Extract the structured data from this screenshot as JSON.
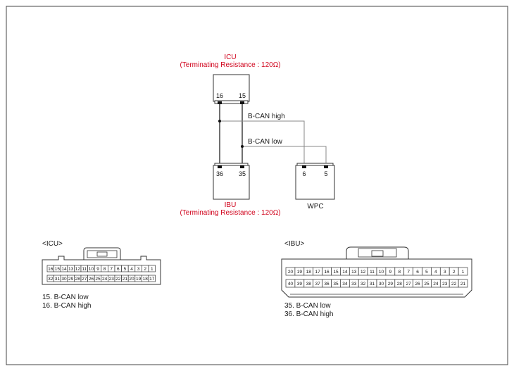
{
  "colors": {
    "ecu_label": "#d0021b",
    "line": "#333333",
    "wire_gray": "#888888"
  },
  "icu": {
    "name": "ICU",
    "note": "(Terminating Resistance : 120Ω)",
    "pins": [
      "16",
      "15"
    ]
  },
  "ibu": {
    "name": "IBU",
    "note": "(Terminating Resistance : 120Ω)",
    "pins": [
      "36",
      "35"
    ]
  },
  "wpc": {
    "name": "WPC",
    "pins": [
      "6",
      "5"
    ]
  },
  "wires": {
    "high": "B-CAN high",
    "low": "B-CAN low"
  },
  "icu_connector": {
    "title": "<ICU>",
    "row1": [
      "16",
      "15",
      "14",
      "13",
      "12",
      "11",
      "10",
      "9",
      "8",
      "7",
      "6",
      "5",
      "4",
      "3",
      "2",
      "1"
    ],
    "row2": [
      "32",
      "31",
      "30",
      "29",
      "28",
      "27",
      "26",
      "25",
      "24",
      "23",
      "22",
      "21",
      "20",
      "19",
      "18",
      "17"
    ],
    "legend": [
      "15. B-CAN low",
      "16. B-CAN high"
    ]
  },
  "ibu_connector": {
    "title": "<IBU>",
    "row1": [
      "20",
      "19",
      "18",
      "17",
      "16",
      "15",
      "14",
      "13",
      "12",
      "11",
      "10",
      "9",
      "8",
      "7",
      "6",
      "5",
      "4",
      "3",
      "2",
      "1"
    ],
    "row2": [
      "40",
      "39",
      "38",
      "37",
      "36",
      "35",
      "34",
      "33",
      "32",
      "31",
      "30",
      "29",
      "28",
      "27",
      "26",
      "25",
      "24",
      "23",
      "22",
      "21"
    ],
    "legend": [
      "35. B-CAN low",
      "36. B-CAN high"
    ]
  }
}
